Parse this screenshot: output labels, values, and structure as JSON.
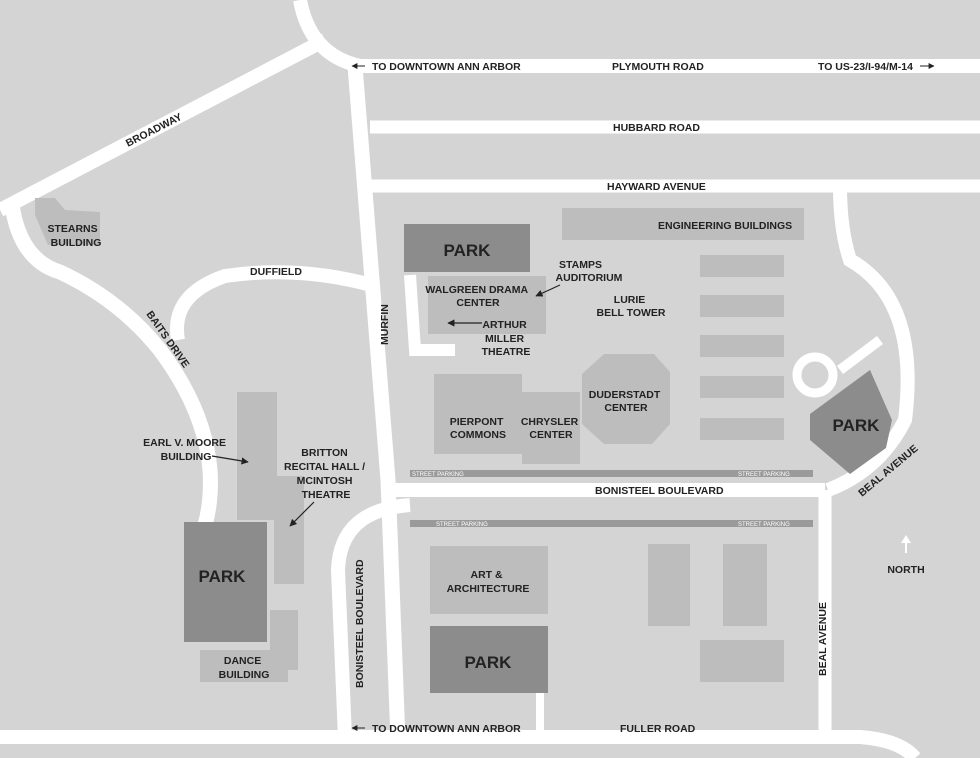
{
  "roads": {
    "plymouth_road": "PLYMOUTH ROAD",
    "to_downtown_top": "TO DOWNTOWN ANN ARBOR",
    "to_us23": "TO US-23/I-94/M-14",
    "hubbard_road": "HUBBARD ROAD",
    "hayward_avenue": "HAYWARD AVENUE",
    "broadway": "BROADWAY",
    "duffield": "DUFFIELD",
    "murfin": "MURFIN",
    "baits_drive": "BAITS DRIVE",
    "bonisteel_boulevard": "BONISTEEL BOULEVARD",
    "bonisteel_boulevard_vertical": "BONISTEEL BOULEVARD",
    "beal_avenue_curve": "BEAL AVENUE",
    "beal_avenue_vertical": "BEAL AVENUE",
    "fuller_road": "FULLER ROAD",
    "to_downtown_bottom": "TO DOWNTOWN ANN ARBOR"
  },
  "street_parking": "STREET PARKING",
  "buildings": {
    "stearns": [
      "STEARNS",
      "BUILDING"
    ],
    "engineering": "ENGINEERING BUILDINGS",
    "stamps": [
      "STAMPS",
      "AUDITORIUM"
    ],
    "walgreen": [
      "WALGREEN DRAMA",
      "CENTER"
    ],
    "lurie": [
      "LURIE",
      "BELL TOWER"
    ],
    "arthur_miller": [
      "ARTHUR",
      "MILLER",
      "THEATRE"
    ],
    "pierpont": [
      "PIERPONT",
      "COMMONS"
    ],
    "chrysler": [
      "CHRYSLER",
      "CENTER"
    ],
    "duderstadt": [
      "DUDERSTADT",
      "CENTER"
    ],
    "earl_moore": [
      "EARL V. MOORE",
      "BUILDING"
    ],
    "britton": [
      "BRITTON",
      "RECITAL HALL /",
      "MCINTOSH",
      "THEATRE"
    ],
    "art_architecture": [
      "ART &",
      "ARCHITECTURE"
    ],
    "dance": [
      "DANCE",
      "BUILDING"
    ]
  },
  "parking_label": "PARK",
  "compass": {
    "label": "NORTH",
    "icon": "north-arrow-icon"
  },
  "colors": {
    "background": "#d4d4d4",
    "road": "#ffffff",
    "building": "#bdbdbd",
    "parking": "#8c8c8c",
    "text": "#222222"
  }
}
